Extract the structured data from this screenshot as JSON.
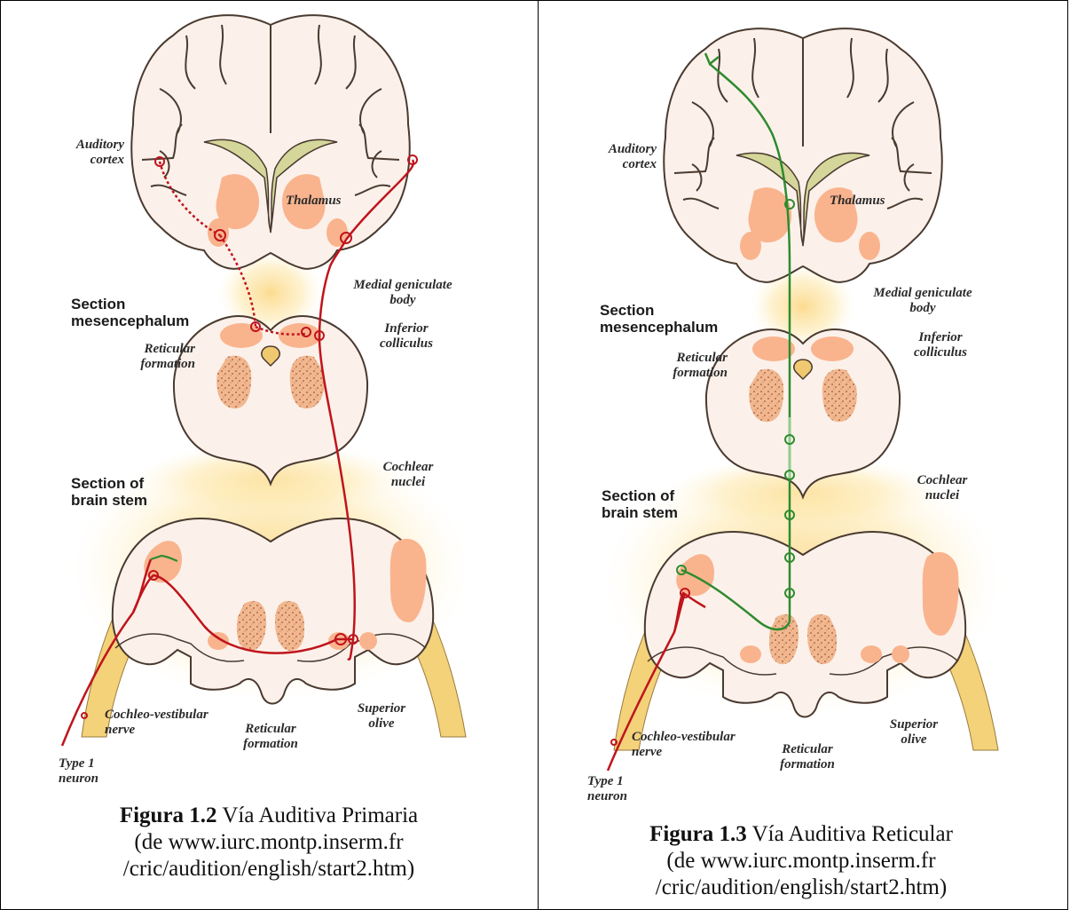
{
  "figures": [
    {
      "labels": {
        "auditory_cortex": "Auditory\ncortex",
        "thalamus": "Thalamus",
        "medial_geniculate": "Medial geniculate\nbody",
        "section_mesencephalum": "Section\nmesencephalum",
        "inferior_colliculus": "Inferior\ncolliculus",
        "reticular_formation_upper": "Reticular\nformation",
        "section_brain_stem": "Section of\nbrain stem",
        "cochlear_nuclei": "Cochlear\nnuclei",
        "cochleo_vestibular_nerve": "Cochleo-vestibular\nnerve",
        "reticular_formation_lower": "Reticular\nformation",
        "superior_olive": "Superior\nolive",
        "type1_neuron": "Type 1\nneuron"
      },
      "caption": {
        "number": "Figura 1.2",
        "title": " Vía Auditiva Primaria",
        "line2": "(de www.iurc.montp.inserm.fr",
        "line3": "/cric/audition/english/start2.htm)"
      }
    },
    {
      "labels": {
        "auditory_cortex": "Auditory\ncortex",
        "thalamus": "Thalamus",
        "medial_geniculate": "Medial geniculate\nbody",
        "section_mesencephalum": "Section\nmesencephalum",
        "inferior_colliculus": "Inferior\ncolliculus",
        "reticular_formation_upper": "Reticular\nformation",
        "section_brain_stem": "Section of\nbrain stem",
        "cochlear_nuclei": "Cochlear\nnuclei",
        "cochleo_vestibular_nerve": "Cochleo-vestibular\nnerve",
        "reticular_formation_lower": "Reticular\nformation",
        "superior_olive": "Superior\nolive",
        "type1_neuron": "Type 1\nneuron"
      },
      "caption": {
        "number": "Figura 1.3",
        "title": " Vía Auditiva Reticular",
        "line2": "(de www.iurc.montp.inserm.fr",
        "line3": "/cric/audition/english/start2.htm)"
      }
    }
  ],
  "colors": {
    "tissue": "#fbf1ea",
    "nucleus": "#f9b48e",
    "outline": "#4a3a30",
    "glow": "#fde9a8",
    "primary_pathway": "#c0141c",
    "reticular_pathway": "#2e8b2e"
  }
}
